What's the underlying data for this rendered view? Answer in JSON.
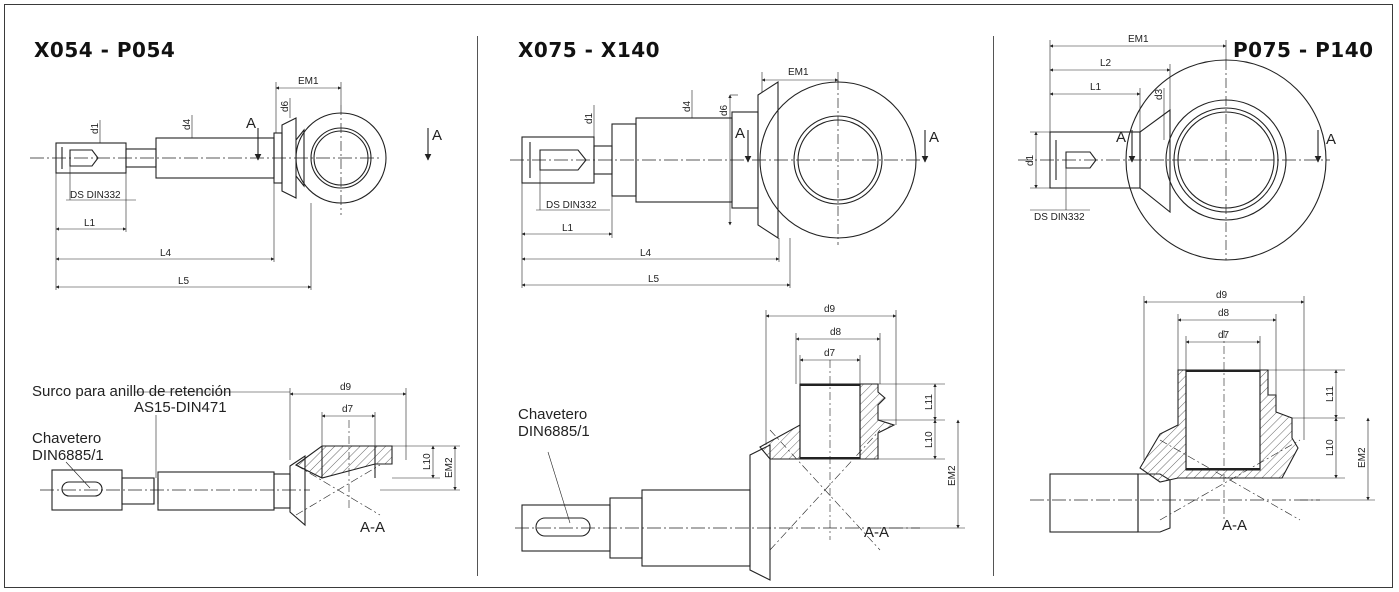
{
  "panels": [
    {
      "title": "X054 - P054",
      "top_labels": {
        "em1": "EM1",
        "d1": "d1",
        "d4": "d4",
        "d6": "d6",
        "section_left": "A",
        "section_right": "A",
        "ds": "DS DIN332",
        "l1": "L1",
        "l4": "L4",
        "l5": "L5"
      },
      "bottom_labels": {
        "d9": "d9",
        "d7": "d7",
        "l10": "L10",
        "em2": "EM2",
        "section": "A-A"
      },
      "callouts": {
        "groove_line1": "Surco para anillo de retención",
        "groove_line2": "AS15-DIN471",
        "keyway_line1": "Chavetero",
        "keyway_line2": "DIN6885/1"
      }
    },
    {
      "title": "X075 - X140",
      "top_labels": {
        "em1": "EM1",
        "d1": "d1",
        "d4": "d4",
        "d6": "d6",
        "section_left": "A",
        "section_right": "A",
        "ds": "DS DIN332",
        "l1": "L1",
        "l4": "L4",
        "l5": "L5"
      },
      "bottom_labels": {
        "d9": "d9",
        "d8": "d8",
        "d7": "d7",
        "l11": "L11",
        "l10": "L10",
        "em2": "EM2",
        "section": "A-A"
      },
      "callouts": {
        "keyway_line1": "Chavetero",
        "keyway_line2": "DIN6885/1"
      }
    },
    {
      "title": "P075 - P140",
      "top_labels": {
        "em1": "EM1",
        "l2": "L2",
        "l1": "L1",
        "d3": "d3",
        "d1": "d1",
        "section_left": "A",
        "section_right": "A",
        "ds": "DS DIN332"
      },
      "bottom_labels": {
        "d9": "d9",
        "d8": "d8",
        "d7": "d7",
        "l11": "L11",
        "l10": "L10",
        "em2": "EM2",
        "section": "A-A"
      }
    }
  ]
}
